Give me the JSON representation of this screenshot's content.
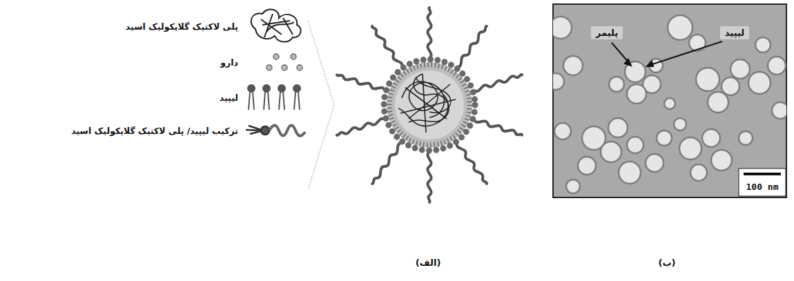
{
  "diagram": {
    "labels": [
      "لیپید",
      "پلیمر",
      "100 nm",
      "(الف)",
      "(ب)"
    ],
    "legend": [
      {
        "text": "پلی لاکتیک گلایکولیک اسید"
      },
      {
        "text": "دارو"
      },
      {
        "text": "لیپید"
      },
      {
        "text": "ترکیب لیپید/ پلی لاکتیک گلایکولیک اسید"
      }
    ]
  }
}
